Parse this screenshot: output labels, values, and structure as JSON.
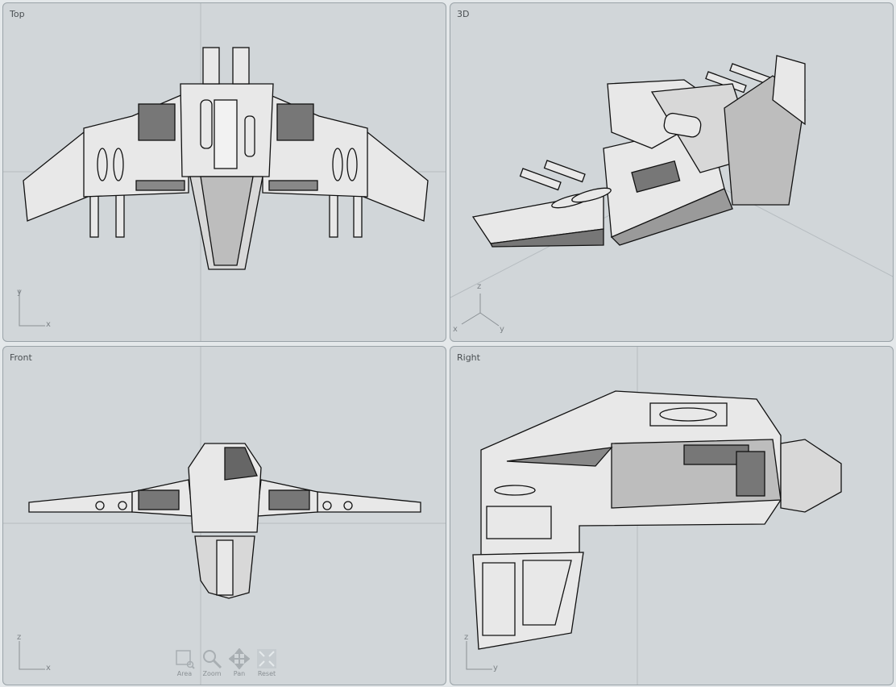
{
  "viewports": [
    {
      "label": "Top",
      "axes": [
        "y",
        "x"
      ]
    },
    {
      "label": "3D",
      "axes": [
        "z",
        "x",
        "y"
      ]
    },
    {
      "label": "Front",
      "axes": [
        "z",
        "x"
      ]
    },
    {
      "label": "Right",
      "axes": [
        "z",
        "y"
      ]
    }
  ],
  "toolbar": [
    {
      "label": "Area",
      "icon": "area-zoom-icon"
    },
    {
      "label": "Zoom",
      "icon": "magnifier-icon"
    },
    {
      "label": "Pan",
      "icon": "pan-arrows-icon"
    },
    {
      "label": "Reset",
      "icon": "reset-expand-icon"
    }
  ],
  "colors": {
    "viewport_bg": "#d1d6d9",
    "model_fill": "#e6e6e6",
    "model_shade": "#9a9a9a",
    "outline": "#111111"
  }
}
